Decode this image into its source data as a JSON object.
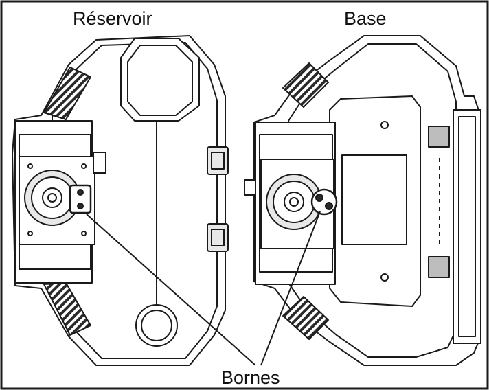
{
  "labels": {
    "reservoir": "Réservoir",
    "base": "Base",
    "terminals": "Bornes"
  },
  "colors": {
    "line": "#1a1a1a",
    "fill_light": "#e8e8e8",
    "fill_mid": "#bdbdbd",
    "fill_dark": "#2a2a2a",
    "background": "#ffffff"
  }
}
